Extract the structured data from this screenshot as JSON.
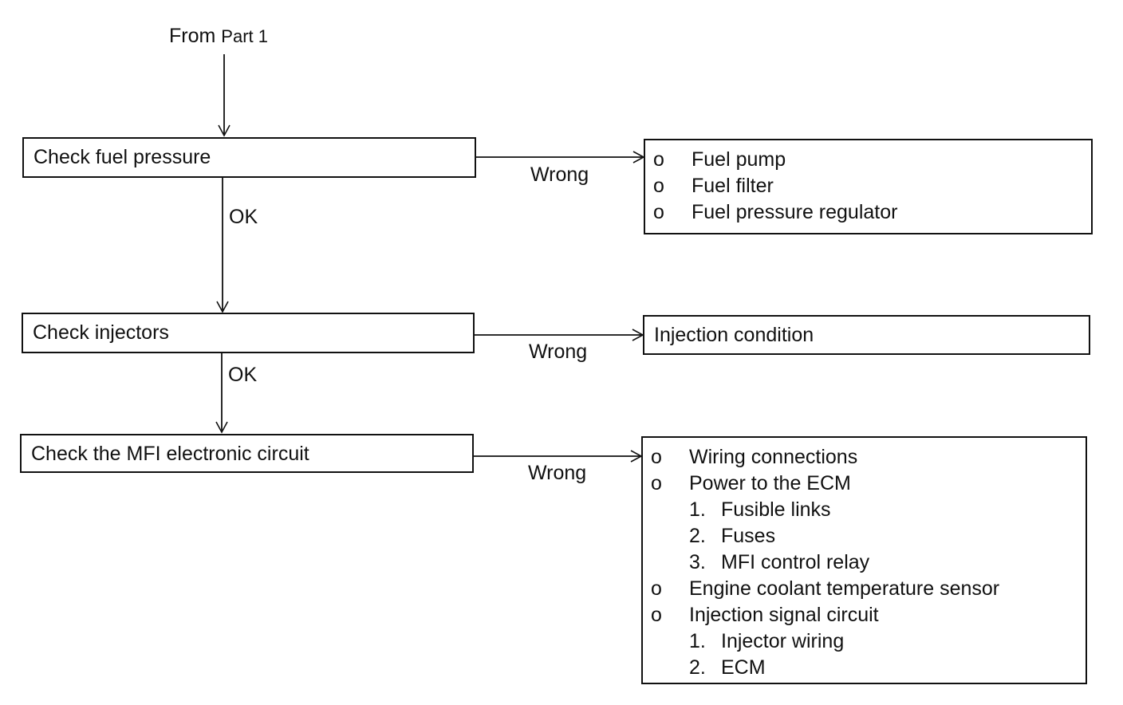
{
  "source": {
    "from": "From",
    "part": "Part 1"
  },
  "steps": [
    {
      "label": "Check fuel pressure",
      "ok_label": "OK",
      "wrong_label": "Wrong",
      "result": {
        "bullets": [
          "Fuel pump",
          "Fuel filter",
          "Fuel pressure regulator"
        ]
      }
    },
    {
      "label": "Check injectors",
      "ok_label": "OK",
      "wrong_label": "Wrong",
      "result": {
        "text": "Injection condition"
      }
    },
    {
      "label": "Check the MFI electronic circuit",
      "wrong_label": "Wrong",
      "result": {
        "bullet_marker": "o",
        "items": [
          {
            "text": "Wiring connections"
          },
          {
            "text": "Power to the ECM",
            "sub": [
              {
                "num": "1.",
                "text": "Fusible links"
              },
              {
                "num": "2.",
                "text": "Fuses"
              },
              {
                "num": "3.",
                "text": "MFI control relay"
              }
            ]
          },
          {
            "text": "Engine coolant temperature sensor"
          },
          {
            "text": "Injection signal circuit",
            "sub": [
              {
                "num": "1.",
                "text": "Injector wiring"
              },
              {
                "num": "2.",
                "text": "ECM"
              }
            ]
          }
        ]
      }
    }
  ],
  "bullet_marker": "o"
}
